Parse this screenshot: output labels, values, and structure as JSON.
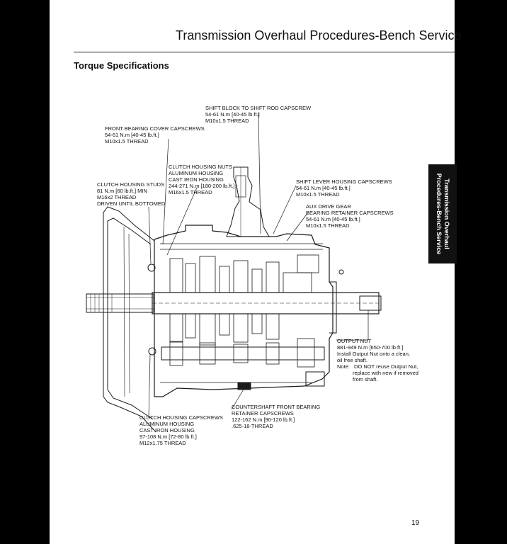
{
  "header": {
    "title": "Transmission Overhaul Procedures-Bench Service"
  },
  "section": {
    "title": "Torque Specifications"
  },
  "side_tab": {
    "line1": "Transmission Overhaul",
    "line2": "Procedures-Bench Service"
  },
  "page_number": "19",
  "callouts": {
    "shift_block": [
      "SHIFT BLOCK TO SHIFT ROD CAPSCREW",
      "54-61 N.m [40-45 lb.ft.]",
      "M10x1.5 THREAD"
    ],
    "front_bearing_cover": [
      "FRONT BEARING COVER CAPSCREWS",
      "54-61 N.m [40-45 lb.ft.]",
      "M10x1.5 THREAD"
    ],
    "clutch_housing_nuts": [
      "CLUTCH HOUSING NUTS",
      "ALUMINUM HOUSING",
      "CAST IRON HOUSING",
      "244-271 N.m [180-200 lb.ft.]",
      "M16x1.5 THREAD"
    ],
    "clutch_housing_studs": [
      "CLUTCH HOUSING STUDS",
      "81 N.m [60 lb.ft.] MIN",
      "M16x2 THREAD",
      "DRIVEN UNTIL BOTTOMED"
    ],
    "shift_lever_housing": [
      "SHIFT LEVER HOUSING CAPSCREWS",
      "54-61 N.m [40-45 lb.ft.]",
      "M10x1.5 THREAD"
    ],
    "aux_drive_gear": [
      "AUX DRIVE GEAR",
      "BEARING RETAINER CAPSCREWS",
      "54-61 N.m [40-45 lb.ft.]",
      "M10x1.5 THREAD"
    ],
    "output_nut": [
      "OUTPUT NUT",
      "881-949 N.m [650-700 lb.ft.]",
      "Install Output Nut onto a clean,",
      "oil free shaft."
    ],
    "output_note": {
      "label": "Note:",
      "lines": [
        "DO NOT reuse Output Nut,",
        "replace with new if removed",
        "from shaft."
      ]
    },
    "countershaft_front_bearing": [
      "COUNTERSHAFT FRONT BEARING",
      "RETAINER CAPSCREWS",
      "122-162 N.m [90-120 lb.ft.]",
      ".625-18-THREAD"
    ],
    "clutch_housing_capscrews": [
      "CLUTCH HOUSING CAPSCREWS",
      "ALUMINUM HOUSING",
      "CAST IRON HOUSING",
      "97-108 N.m [72-80 lb.ft.]",
      "M12x1.75 THREAD"
    ]
  }
}
